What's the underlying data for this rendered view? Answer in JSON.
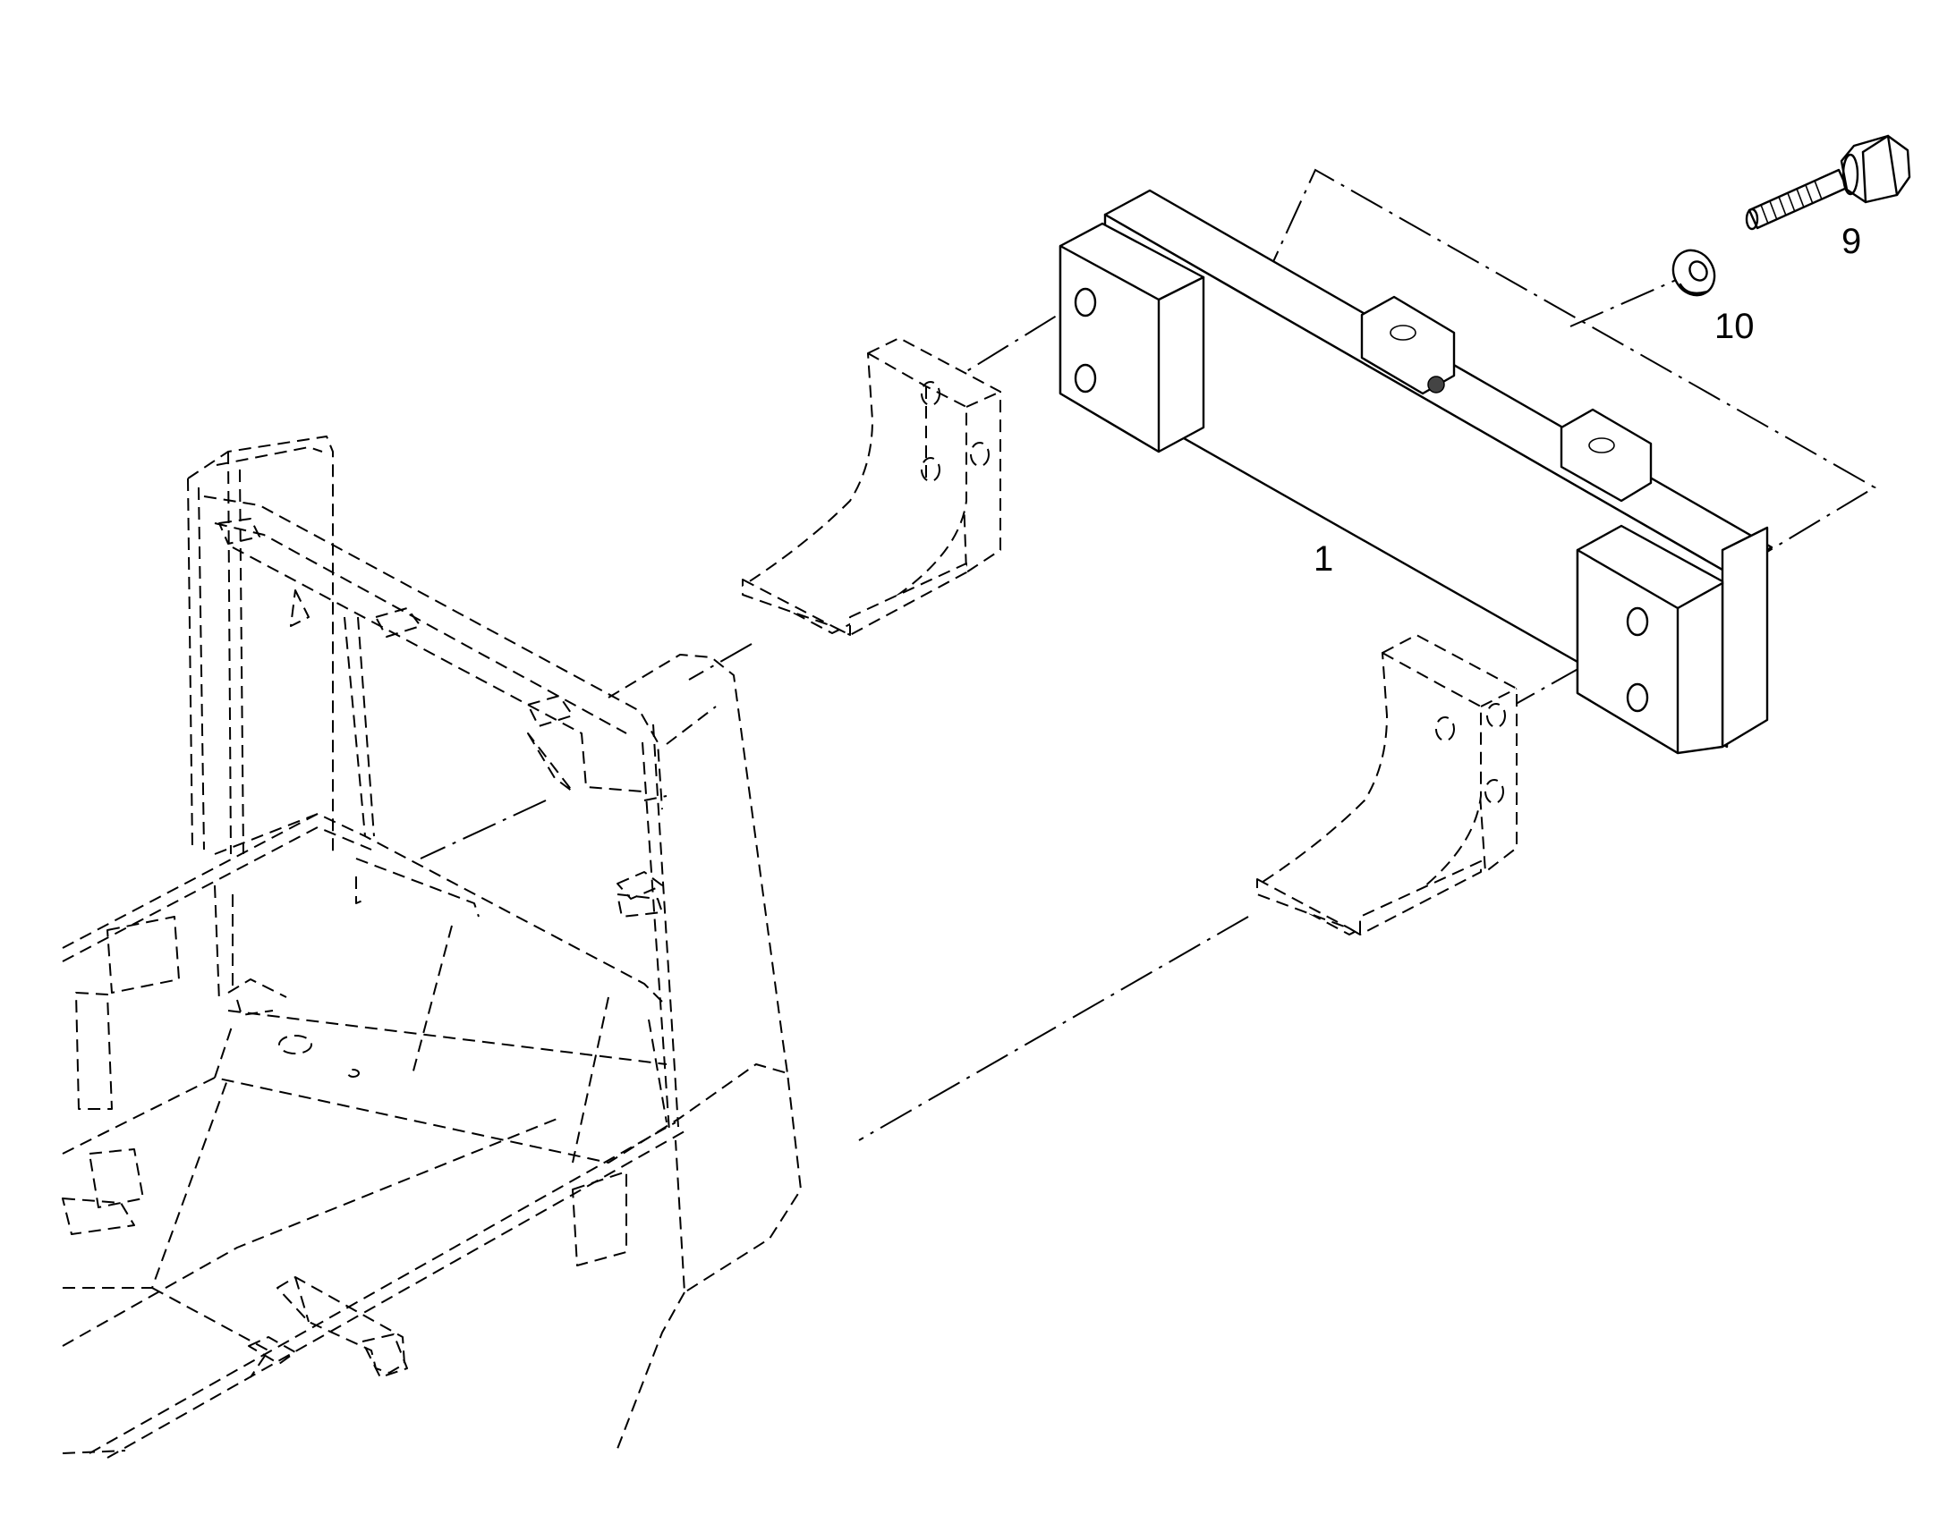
{
  "callouts": {
    "main_beam": "1",
    "bolt": "9",
    "washer": "10"
  },
  "colors": {
    "line": "#000000",
    "background": "#ffffff"
  },
  "icons": [
    "bolt-icon",
    "washer-icon"
  ]
}
